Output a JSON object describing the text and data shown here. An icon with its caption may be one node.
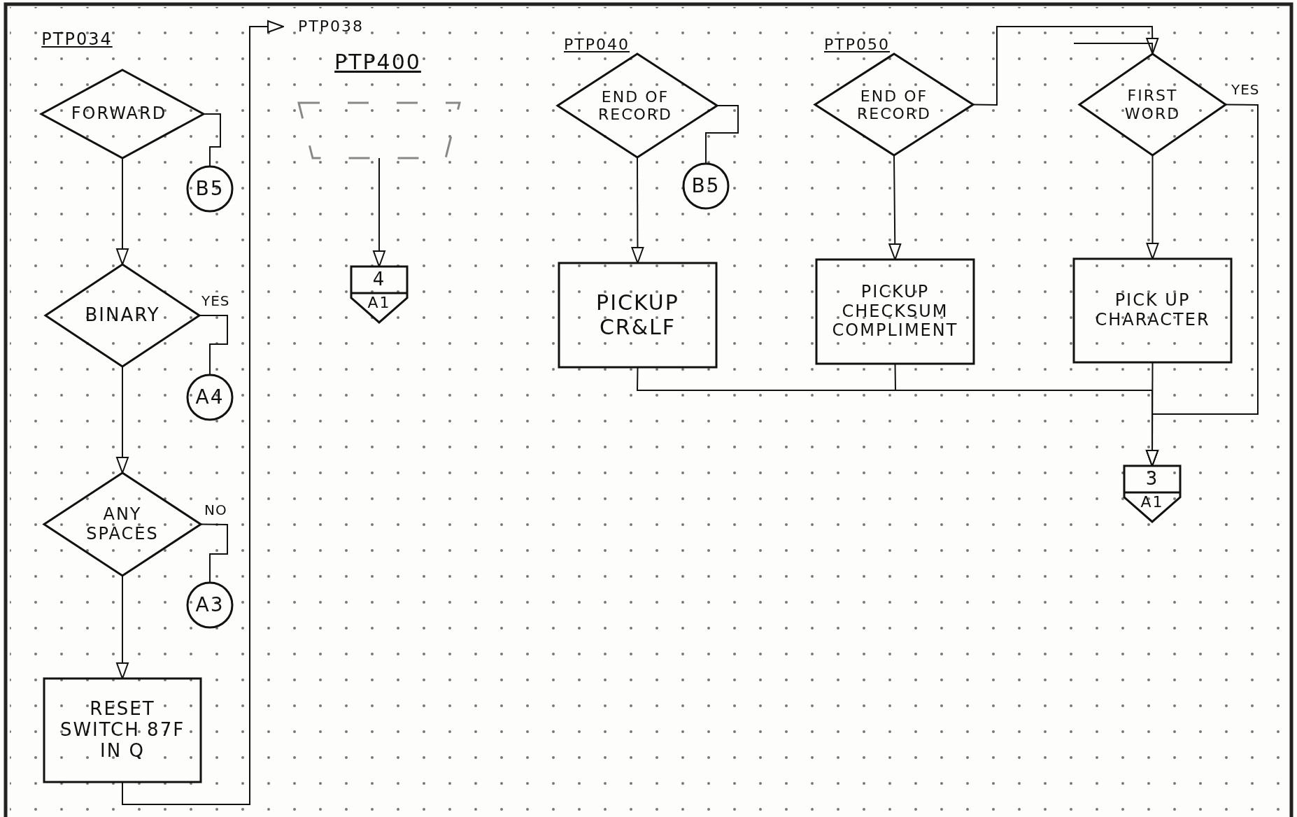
{
  "diagram": {
    "nodes": [
      {
        "text": [
          "PTP034",
          "FORWARD"
        ]
      },
      {
        "text": [
          "B5"
        ]
      },
      {
        "text": [
          "BINARY"
        ]
      },
      {
        "text": [
          "A4"
        ]
      },
      {
        "text": [
          "ANY SPACES"
        ]
      },
      {
        "text": [
          "A3"
        ]
      },
      {
        "text": [
          "RESET SWITCH 87F IN Q"
        ]
      },
      {
        "text": [
          "PTP038",
          "PTP400"
        ]
      },
      {
        "text": [
          "4",
          "A1"
        ]
      },
      {
        "text": [
          "PTP040",
          "END OF RECORD"
        ]
      },
      {
        "text": [
          "B5"
        ]
      },
      {
        "text": [
          "PICKUP CR&LF"
        ]
      },
      {
        "text": [
          "PTP050",
          "END OF RECORD"
        ]
      },
      {
        "text": [
          "PICKUP CHECKSUM COMPLIMENT"
        ]
      },
      {
        "text": [
          "FIRST WORD"
        ]
      },
      {
        "text": [
          "PICK UP CHARACTER"
        ]
      },
      {
        "text": [
          "3",
          "A1"
        ]
      }
    ],
    "edges": [
      {
        "from": 0,
        "to": 2,
        "arrow": "to"
      },
      {
        "from": 0,
        "to": 1,
        "arrow": "none"
      },
      {
        "from": 2,
        "to": 3,
        "arrow": "none",
        "label": "YES"
      },
      {
        "from": 2,
        "to": 4,
        "arrow": "to"
      },
      {
        "from": 4,
        "to": 5,
        "arrow": "none",
        "label": "NO"
      },
      {
        "from": 4,
        "to": 6,
        "arrow": "to"
      },
      {
        "from": 6,
        "to": 7,
        "arrow": "to"
      },
      {
        "from": 7,
        "to": 8,
        "arrow": "to"
      },
      {
        "from": 9,
        "to": 11,
        "arrow": "to"
      },
      {
        "from": 9,
        "to": 10,
        "arrow": "none"
      },
      {
        "from": 11,
        "to": 16,
        "arrow": "to"
      },
      {
        "from": 13,
        "to": 16,
        "arrow": "to"
      },
      {
        "from": 15,
        "to": 16,
        "arrow": "to"
      },
      {
        "from": 12,
        "to": 14,
        "arrow": "to"
      },
      {
        "from": null,
        "to": 14,
        "arrow": "none"
      },
      {
        "from": 14,
        "to": 16,
        "arrow": "to",
        "label": "YES"
      },
      {
        "from": 12,
        "to": 13,
        "arrow": "to"
      },
      {
        "from": 14,
        "to": 15,
        "arrow": "to"
      }
    ]
  }
}
